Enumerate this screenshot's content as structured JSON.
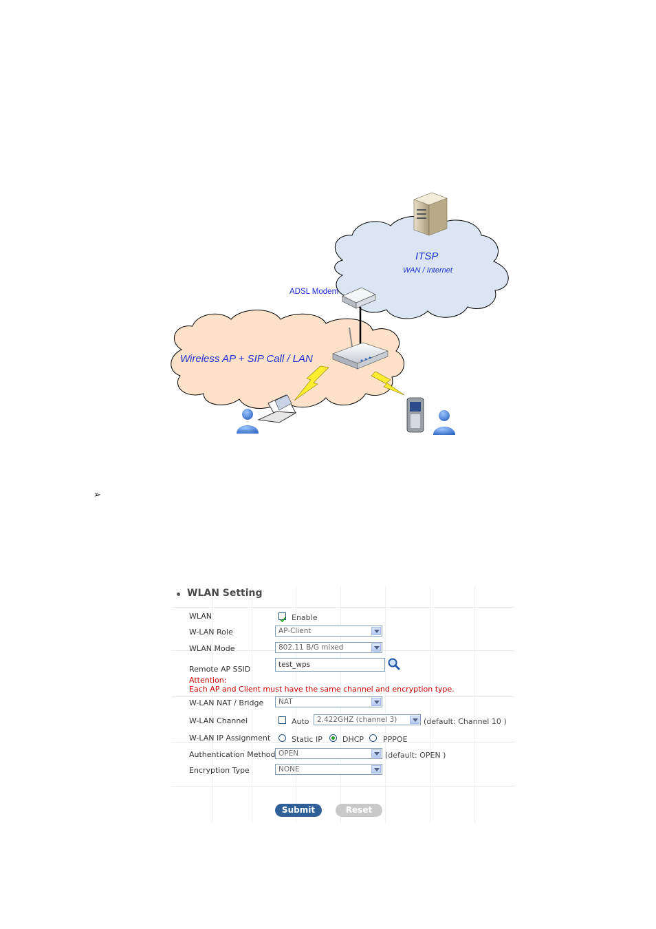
{
  "diagram": {
    "itsp_label": "ITSP",
    "wan_label": "WAN / Internet",
    "modem_label": "ADSL Modem",
    "lan_label": "Wireless AP + SIP Call / LAN"
  },
  "bullet": "➢",
  "wlan": {
    "title": "WLAN Setting",
    "rows": {
      "wlan": {
        "label": "WLAN",
        "checkbox_label": "Enable",
        "checked": true
      },
      "role": {
        "label": "W-LAN Role",
        "value": "AP-Client"
      },
      "mode": {
        "label": "WLAN Mode",
        "value": "802.11 B/G mixed"
      },
      "ssid": {
        "label": "Remote AP SSID",
        "value": "test_wps"
      },
      "attention": {
        "title": "Attention:",
        "text": "Each AP and Client must have the same channel and encryption type."
      },
      "nat": {
        "label": "W-LAN NAT / Bridge",
        "value": "NAT"
      },
      "channel": {
        "label": "W-LAN Channel",
        "auto_label": "Auto",
        "value": "2.422GHZ (channel 3)",
        "default_text": "(default: Channel 10 )"
      },
      "ip": {
        "label": "W-LAN IP Assignment",
        "options": [
          "Static IP",
          "DHCP",
          "PPPOE"
        ],
        "selected": "DHCP"
      },
      "auth": {
        "label": "Authentication Method",
        "value": "OPEN",
        "default_text": "(default: OPEN )"
      },
      "enc": {
        "label": "Encryption Type",
        "value": "NONE"
      }
    },
    "submit_label": "Submit",
    "reset_label": "Reset",
    "colors": {
      "attention": "#cc0000",
      "submit": "#2e5f96",
      "reset": "#c9c9c9"
    }
  }
}
